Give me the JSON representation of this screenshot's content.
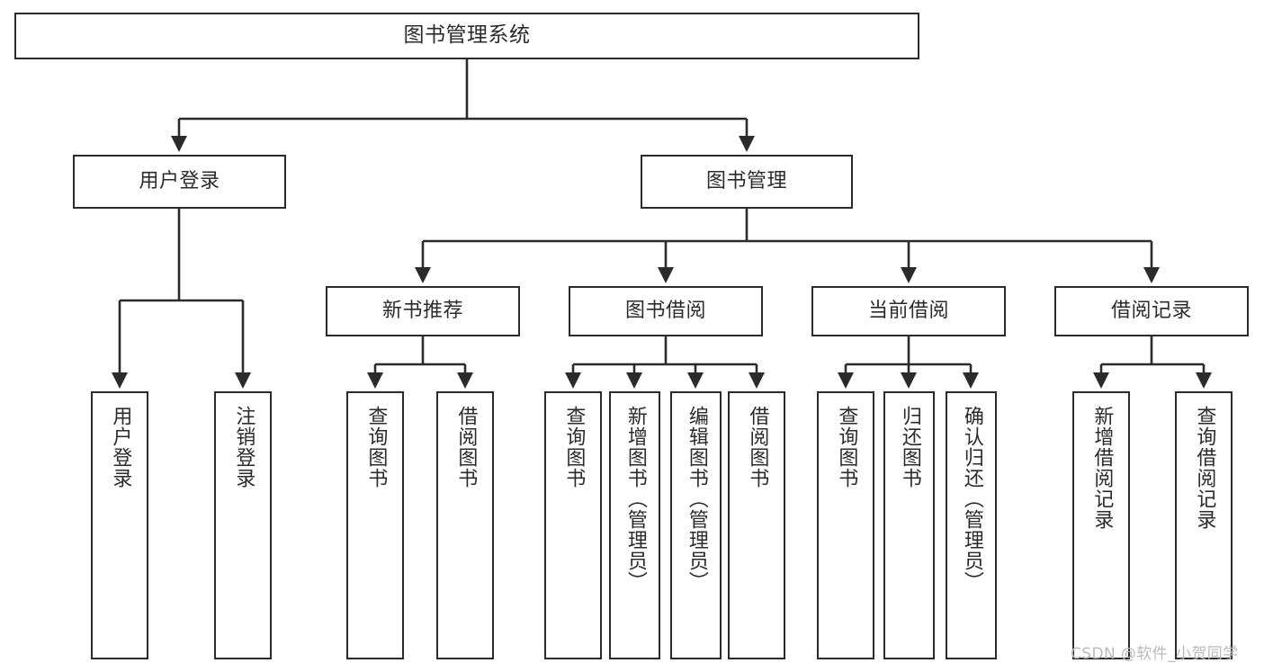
{
  "diagram": {
    "title": "图书管理系统",
    "type": "tree-hierarchy",
    "root": {
      "id": "root",
      "label": "图书管理系统"
    },
    "level2": [
      {
        "id": "user-login",
        "label": "用户登录"
      },
      {
        "id": "book-management",
        "label": "图书管理"
      }
    ],
    "level3": [
      {
        "id": "new-book-recommend",
        "label": "新书推荐"
      },
      {
        "id": "book-borrow",
        "label": "图书借阅"
      },
      {
        "id": "current-borrow",
        "label": "当前借阅"
      },
      {
        "id": "borrow-record",
        "label": "借阅记录"
      }
    ],
    "leaves": {
      "user_login": [
        {
          "id": "leaf-user-login",
          "label": "用户登录"
        },
        {
          "id": "leaf-logout-login",
          "label": "注销登录"
        }
      ],
      "new_book_recommend": [
        {
          "id": "leaf-query-book-1",
          "label": "查询图书"
        },
        {
          "id": "leaf-borrow-book-1",
          "label": "借阅图书"
        }
      ],
      "book_borrow": [
        {
          "id": "leaf-query-book-2",
          "label": "查询图书"
        },
        {
          "id": "leaf-add-book",
          "label": "新增图书（管理员）"
        },
        {
          "id": "leaf-edit-book",
          "label": "编辑图书（管理员）"
        },
        {
          "id": "leaf-borrow-book-2",
          "label": "借阅图书"
        }
      ],
      "current_borrow": [
        {
          "id": "leaf-query-book-3",
          "label": "查询图书"
        },
        {
          "id": "leaf-return-book",
          "label": "归还图书"
        },
        {
          "id": "leaf-confirm-return",
          "label": "确认归还（管理员）"
        }
      ],
      "borrow_record": [
        {
          "id": "leaf-add-record",
          "label": "新增借阅记录"
        },
        {
          "id": "leaf-query-record",
          "label": "查询借阅记录"
        }
      ]
    }
  },
  "watermark": {
    "text": "CSDN @软件_小贺同学"
  },
  "colors": {
    "stroke": "#2b2b2b",
    "background": "#ffffff",
    "text": "#2b2b2b",
    "watermark": "#b9b9b9"
  }
}
